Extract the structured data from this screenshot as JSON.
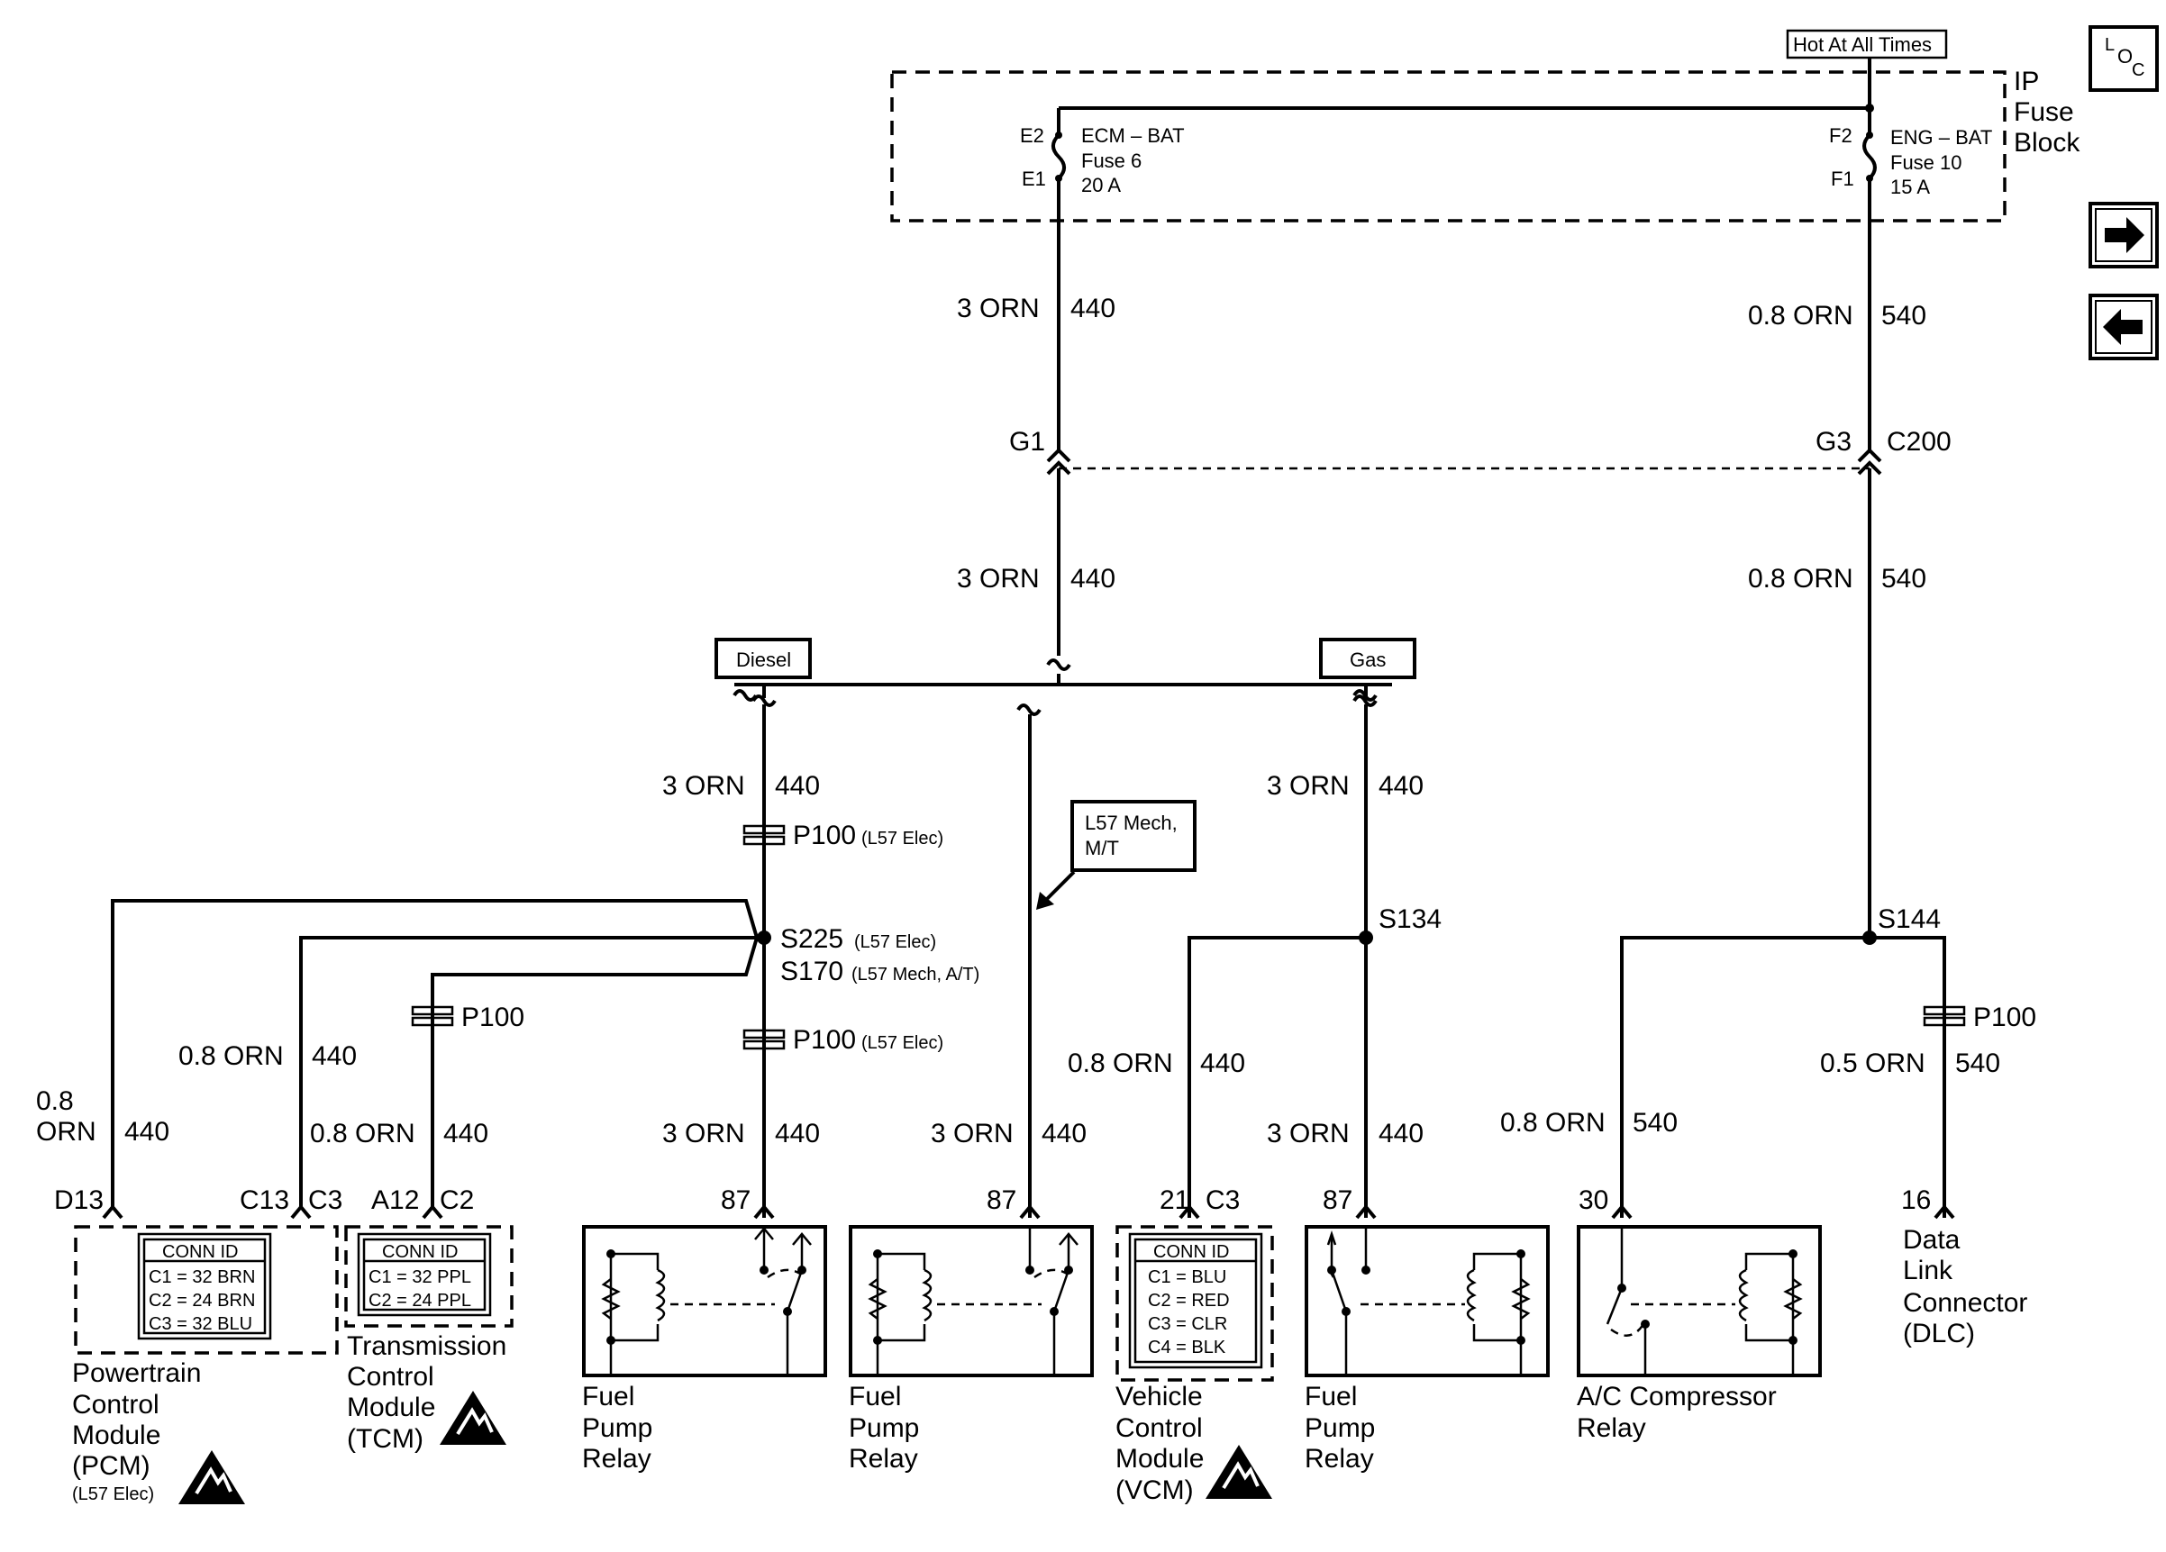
{
  "labels": {
    "hot_at_all_times": "Hot At All Times",
    "ip_fuse_block": [
      "IP",
      "Fuse",
      "Block"
    ],
    "loc_icon": [
      "L",
      "O",
      "C"
    ],
    "fuse_left": {
      "pin_top": "E2",
      "pin_bottom": "E1",
      "name": "ECM – BAT",
      "fuse": "Fuse 6",
      "amps": "20 A"
    },
    "fuse_right": {
      "pin_top": "F2",
      "pin_bottom": "F1",
      "name": "ENG – BAT",
      "fuse": "Fuse 10",
      "amps": "15 A"
    },
    "g1": "G1",
    "g3": "G3",
    "c200": "C200",
    "diesel": "Diesel",
    "gas": "Gas",
    "l57_mech_mt": [
      "L57 Mech,",
      "M/T"
    ],
    "p100": "P100",
    "l57_elec": "(L57 Elec)",
    "s225": "S225",
    "s170": "S170",
    "l57_mech_at": "(L57 Mech, A/T)",
    "s134": "S134",
    "s144": "S144"
  },
  "wires": {
    "w_3orn": "3 ORN",
    "w_08orn": "0.8 ORN",
    "w_05orn": "0.5 ORN",
    "w_08": "0.8",
    "w_orn": "ORN",
    "c440": "440",
    "c540": "540"
  },
  "pins": {
    "d13": "D13",
    "c13": "C13",
    "c3": "C3",
    "a12": "A12",
    "c2": "C2",
    "p87": "87",
    "p21": "21",
    "p30": "30",
    "p16": "16"
  },
  "modules": {
    "pcm": {
      "conn_id": "CONN ID",
      "rows": [
        "C1 = 32 BRN",
        "C2 = 24 BRN",
        "C3 = 32 BLU"
      ],
      "name": [
        "Powertrain",
        "Control",
        "Module",
        "(PCM)"
      ],
      "note": "(L57 Elec)"
    },
    "tcm": {
      "conn_id": "CONN ID",
      "rows": [
        "C1 = 32 PPL",
        "C2 = 24 PPL"
      ],
      "name": [
        "Transmission",
        "Control",
        "Module",
        "(TCM)"
      ]
    },
    "vcm": {
      "conn_id": "CONN ID",
      "rows": [
        "C1 = BLU",
        "C2 = RED",
        "C3 = CLR",
        "C4 = BLK"
      ],
      "name": [
        "Vehicle",
        "Control",
        "Module",
        "(VCM)"
      ]
    },
    "relay": [
      "Fuel",
      "Pump",
      "Relay"
    ],
    "ac_relay": [
      "A/C Compressor",
      "Relay"
    ],
    "dlc": [
      "Data",
      "Link",
      "Connector",
      "(DLC)"
    ]
  },
  "nav": {
    "next_icon": "arrow-right-icon",
    "prev_icon": "arrow-left-icon"
  }
}
